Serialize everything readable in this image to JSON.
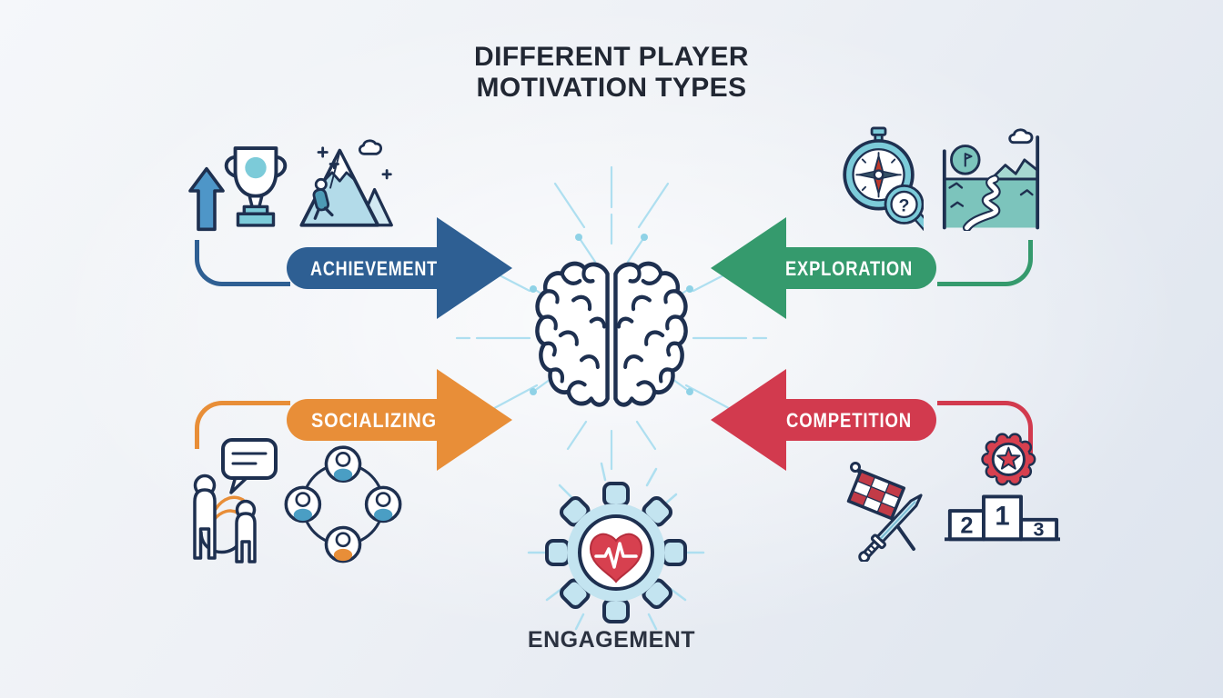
{
  "title": {
    "line1": "DIFFERENT PLAYER",
    "line2": "MOTIVATION TYPES"
  },
  "center_icon": "brain",
  "motivations": [
    {
      "id": "achievement",
      "label": "ACHIEVEMENT",
      "side": "left",
      "arrow_direction": "right",
      "color": "#2e5f93",
      "icons": [
        "up-arrow-icon",
        "trophy-icon",
        "mountain-climber-icon"
      ]
    },
    {
      "id": "exploration",
      "label": "EXPLORATION",
      "side": "right",
      "arrow_direction": "left",
      "color": "#359a6d",
      "icons": [
        "compass-magnifier-icon",
        "winding-path-icon"
      ]
    },
    {
      "id": "socializing",
      "label": "SOCIALIZING",
      "side": "left",
      "arrow_direction": "right",
      "color": "#e88e38",
      "icons": [
        "people-chat-icon",
        "user-network-icon"
      ]
    },
    {
      "id": "competition",
      "label": "COMPETITION",
      "side": "right",
      "arrow_direction": "left",
      "color": "#d23a4e",
      "icons": [
        "checkered-flag-sword-icon",
        "winner-podium-icon"
      ]
    }
  ],
  "engagement": {
    "label": "ENGAGEMENT",
    "icon": "gear-heart-icon"
  },
  "podium": {
    "first": "1",
    "second": "2",
    "third": "3"
  },
  "magnifier_glyph": "?",
  "colors": {
    "achievement": "#2e5f93",
    "exploration": "#359a6d",
    "socializing": "#e88e38",
    "competition": "#d23a4e",
    "ink": "#1e3050",
    "title": "#212733",
    "label-text": "#ffffff",
    "ray": "#aedff0",
    "ray-dot": "#8fd2e6",
    "gear": "#c3e4f0",
    "heart": "#d7404f",
    "icon-blue": "#4e96c8",
    "icon-sky": "#b3dbe9",
    "icon-teal": "#7ccbd9",
    "icon-seafoam": "#7cc4bc",
    "avatar-blue": "#4a9ec4",
    "bg-light": "#f5f7fa",
    "bg-dark": "#dde4ee"
  }
}
